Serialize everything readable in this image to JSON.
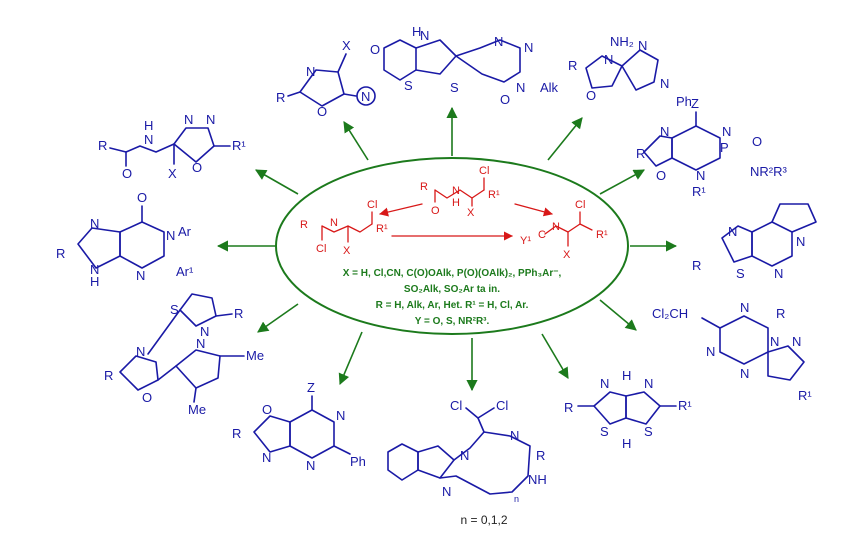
{
  "colors": {
    "product": "#1a1aa6",
    "reagent": "#d81818",
    "arrows": "#1c7a1c",
    "background": "#ffffff"
  },
  "conditions": [
    "X = H, Cl,CN, C(O)OAlk, P(O)(OAlk)₂, PPh₃Ar⁻,",
    "SO₂Alk,  SO₂Ar ta in.",
    "R = H, Alk, Ar, Het. R¹ = H, Cl, Ar.",
    "Y = O, S, NR²R³."
  ],
  "center_labels": {
    "top": [
      "Cl",
      "R",
      "O",
      "N",
      "H",
      "R¹",
      "X"
    ],
    "left": [
      "Cl",
      "R",
      "N",
      "Cl",
      "X",
      "R¹"
    ],
    "right": [
      "Cl",
      "Y¹",
      "C",
      "N",
      "X",
      "R¹"
    ]
  },
  "products": {
    "oxazole": [
      "X",
      "N",
      "R",
      "O",
      "N"
    ],
    "thienopyrimidine": [
      "O",
      "H",
      "N",
      "N",
      "N",
      "S",
      "S",
      "N",
      "Alk",
      "O"
    ],
    "spiro": [
      "NH₂",
      "N",
      "R",
      "N",
      "O",
      "N",
      "Ph"
    ],
    "oxazolophosphorine": [
      "Z",
      "N",
      "N",
      "P",
      "O",
      "R",
      "O",
      "N",
      "NR²R³",
      "R¹"
    ],
    "oxadiazole": [
      "N",
      "N",
      "R",
      "H",
      "N",
      "O",
      "X",
      "O",
      "R¹"
    ],
    "pyrrolo": [
      "N",
      "N",
      "R",
      "S",
      "N"
    ],
    "purine": [
      "O",
      "N",
      "Ar",
      "R",
      "N",
      "H",
      "N",
      "N",
      "Ar¹"
    ],
    "triazine": [
      "Cl₂CH",
      "N",
      "R",
      "N",
      "N",
      "N",
      "N",
      "R¹"
    ],
    "thiazolyl": [
      "S",
      "R",
      "N",
      "N",
      "N",
      "Me",
      "R",
      "O",
      "Me"
    ],
    "bithiazole": [
      "H",
      "N",
      "N",
      "R",
      "S",
      "S",
      "R¹",
      "H"
    ],
    "oxazolopyrimidine": [
      "Z",
      "O",
      "N",
      "R",
      "N",
      "N",
      "Ph"
    ],
    "benzimidazole": [
      "Cl",
      "Cl",
      "N",
      "R",
      "N",
      "N",
      "NH",
      "n"
    ]
  },
  "footer_note": "n = 0,1,2"
}
